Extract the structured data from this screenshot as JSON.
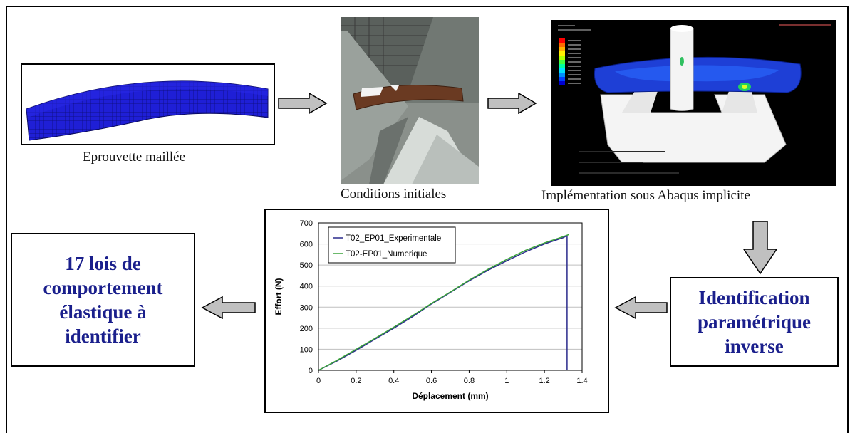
{
  "captions": {
    "mesh": "Eprouvette maillée",
    "initial": "Conditions initiales",
    "abaqus": "Implémentation sous Abaqus implicite"
  },
  "boxes": {
    "laws": [
      "17 lois de",
      "comportement",
      "élastique à",
      "identifier"
    ],
    "identification": [
      "Identification",
      "paramétrique",
      "inverse"
    ]
  },
  "colors": {
    "box_text": "#1a1f8c",
    "arrow_fill": "#c0c0c0",
    "mesh_blue": "#1f1fd6",
    "exp_series": "#2a2a8c",
    "num_series": "#3aa33a"
  },
  "chart_data": {
    "type": "line",
    "xlabel": "Déplacement (mm)",
    "ylabel": "Effort (N)",
    "xlim": [
      0,
      1.4
    ],
    "ylim": [
      0,
      700
    ],
    "xticks": [
      "0",
      "0.2",
      "0.4",
      "0.6",
      "0.8",
      "1",
      "1.2",
      "1.4"
    ],
    "yticks": [
      "0",
      "100",
      "200",
      "300",
      "400",
      "500",
      "600",
      "700"
    ],
    "grid": "horizontal",
    "legend_position": "top-left",
    "series": [
      {
        "name": "T02_EP01_Experimentale",
        "x": [
          0,
          0.1,
          0.2,
          0.3,
          0.4,
          0.5,
          0.6,
          0.7,
          0.8,
          0.9,
          1.0,
          1.1,
          1.2,
          1.3,
          1.32,
          1.32
        ],
        "y": [
          0,
          45,
          95,
          148,
          200,
          255,
          315,
          370,
          425,
          475,
          520,
          563,
          600,
          630,
          640,
          0
        ]
      },
      {
        "name": "T02-EP01_Numerique",
        "x": [
          0,
          0.1,
          0.2,
          0.3,
          0.4,
          0.5,
          0.6,
          0.7,
          0.8,
          0.9,
          1.0,
          1.1,
          1.2,
          1.3,
          1.33
        ],
        "y": [
          0,
          48,
          100,
          152,
          205,
          260,
          318,
          372,
          428,
          480,
          527,
          570,
          605,
          635,
          645
        ]
      }
    ]
  }
}
